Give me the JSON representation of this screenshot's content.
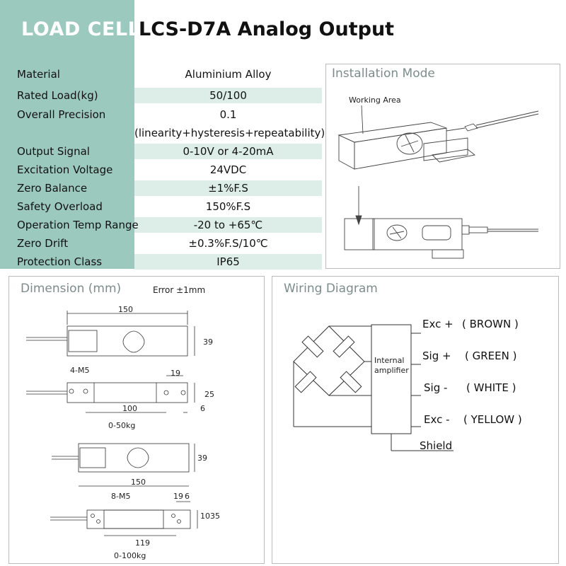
{
  "header": {
    "title_left": "LOAD CELL",
    "title_right": "LCS-D7A Analog Output"
  },
  "specs": [
    {
      "label": "Material",
      "value": "Aluminium Alloy"
    },
    {
      "label": "Rated Load(kg)",
      "value": "50/100"
    },
    {
      "label": "Overall Precision",
      "value": "0.1",
      "note": "(linearity+hysteresis+repeatability)"
    },
    {
      "label": "Output Signal",
      "value": "0-10V or 4-20mA"
    },
    {
      "label": "Excitation Voltage",
      "value": "24VDC"
    },
    {
      "label": "Zero Balance",
      "value": "±1%F.S"
    },
    {
      "label": "Safety Overload",
      "value": "150%F.S"
    },
    {
      "label": "Operation Temp Range",
      "value": "-20 to +65℃"
    },
    {
      "label": "Zero Drift",
      "value": "±0.3%F.S/10℃"
    },
    {
      "label": "Protection Class",
      "value": "IP65"
    }
  ],
  "installation": {
    "title": "Installation Mode",
    "working_area": "Working Area"
  },
  "dimension": {
    "title": "Dimension (mm)",
    "error": "Error ±1mm",
    "d150": "150",
    "d39": "39",
    "d4m5": "4-M5",
    "d19": "19",
    "d25": "25",
    "d100": "100",
    "d6": "6",
    "range1": "0-50kg",
    "d150b": "150",
    "d39b": "39",
    "d8m5": "8-M5",
    "d19b": "19",
    "d6b": "6",
    "d10": "10",
    "d35": "35",
    "d119": "119",
    "range2": "0-100kg"
  },
  "wiring": {
    "title": "Wiring Diagram",
    "amp_line1": "Internal",
    "amp_line2": "amplifier",
    "wires": [
      {
        "name": "Exc +",
        "color": "( BROWN )"
      },
      {
        "name": "Sig +",
        "color": "( GREEN )"
      },
      {
        "name": "Sig -",
        "color": "( WHITE )"
      },
      {
        "name": "Exc -",
        "color": "( YELLOW )"
      }
    ],
    "shield": "Shield"
  },
  "colors": {
    "accent": "#9cc9bd",
    "band": "#ddeee9",
    "panel_title": "#7c8c8c",
    "border": "#bcbcbc"
  }
}
